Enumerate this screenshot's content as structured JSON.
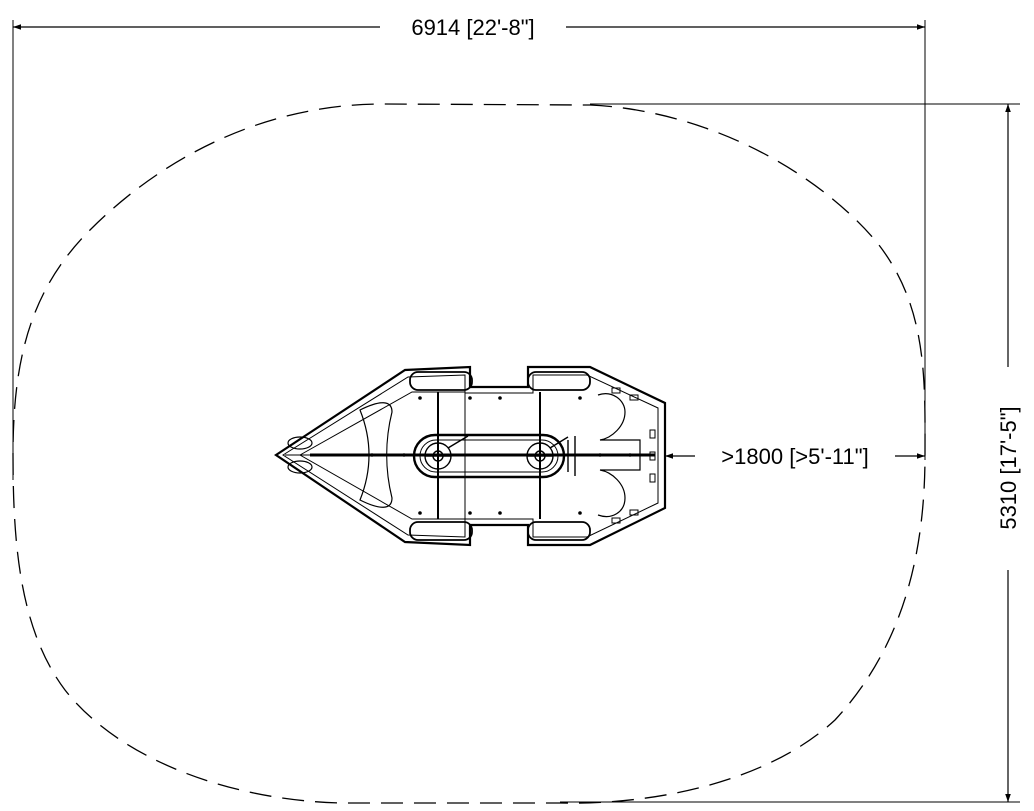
{
  "dimensions": {
    "width_label": "6914 [22'-8\"]",
    "height_label": "5310 [17'-5\"]",
    "clearance_label": ">1800 [>5'-11\"]"
  },
  "colors": {
    "line": "#000000",
    "background": "#ffffff"
  }
}
